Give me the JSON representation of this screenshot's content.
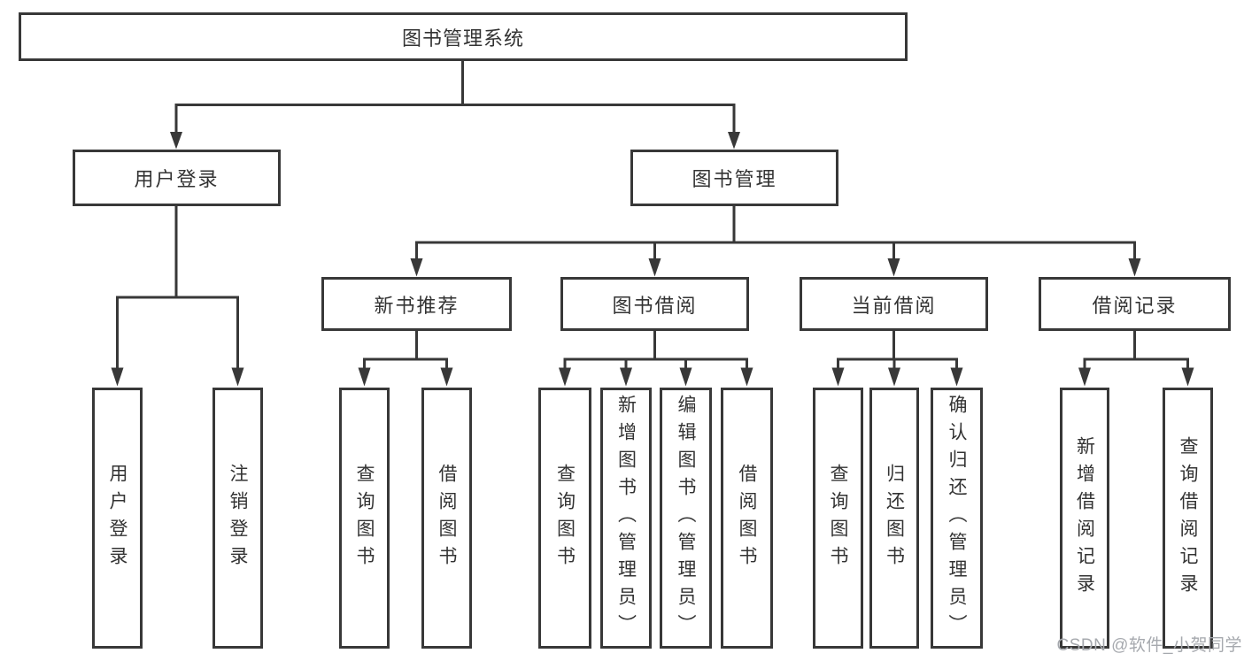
{
  "diagram": {
    "root": {
      "label": "图书管理系统"
    },
    "level2": [
      {
        "label": "用户登录"
      },
      {
        "label": "图书管理"
      }
    ],
    "level3": [
      {
        "label": "新书推荐"
      },
      {
        "label": "图书借阅"
      },
      {
        "label": "当前借阅"
      },
      {
        "label": "借阅记录"
      }
    ],
    "leaves": {
      "login": [
        {
          "label": "用户登录"
        },
        {
          "label": "注销登录"
        }
      ],
      "newBook": [
        {
          "label": "查询图书"
        },
        {
          "label": "借阅图书"
        }
      ],
      "bookBorrow": [
        {
          "label": "查询图书"
        },
        {
          "label": "新增图书（管理员）"
        },
        {
          "label": "编辑图书（管理员）"
        },
        {
          "label": "借阅图书"
        }
      ],
      "currentBorrow": [
        {
          "label": "查询图书"
        },
        {
          "label": "归还图书"
        },
        {
          "label": "确认归还（管理员）"
        }
      ],
      "borrowRecord": [
        {
          "label": "新增借阅记录"
        },
        {
          "label": "查询借阅记录"
        }
      ]
    }
  },
  "watermark": {
    "text": "CSDN @软件_小贺同学"
  },
  "colors": {
    "line": "#383838",
    "node_border": "#383838",
    "node_text": "#333333",
    "watermark_text": "#a6a9ae",
    "background": "#ffffff"
  }
}
